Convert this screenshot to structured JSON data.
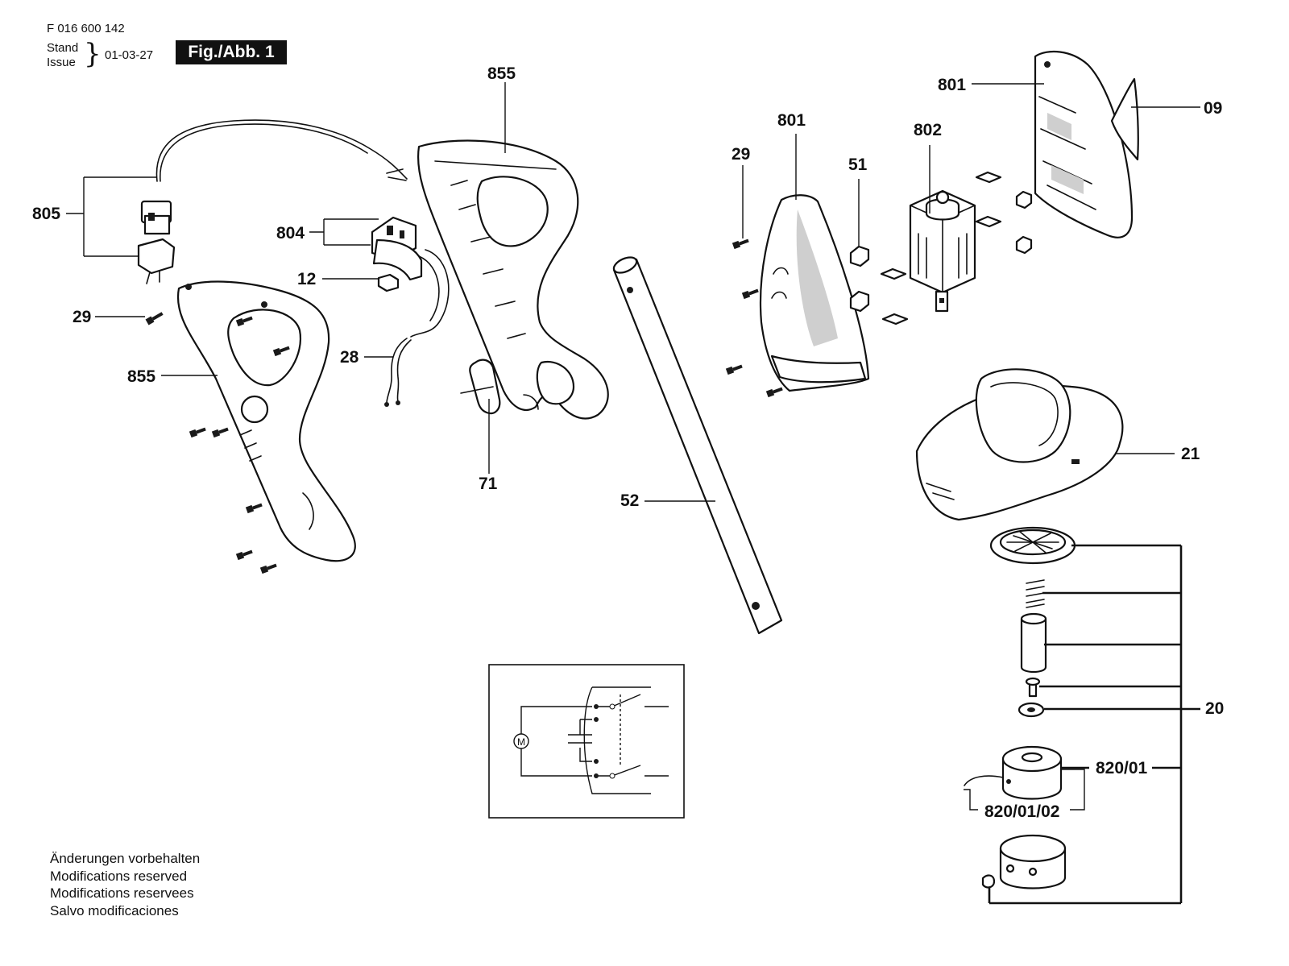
{
  "header": {
    "doc_number": "F 016 600 142",
    "stand_label": "Stand",
    "issue_label": "Issue",
    "issue_date": "01-03-27",
    "figure_label": "Fig./Abb. 1"
  },
  "callouts": {
    "c855_top": "855",
    "c855_left": "855",
    "c805": "805",
    "c804": "804",
    "c12": "12",
    "c29_left": "29",
    "c29_right": "29",
    "c28": "28",
    "c71": "71",
    "c52": "52",
    "c801_mid": "801",
    "c801_top": "801",
    "c802": "802",
    "c51": "51",
    "c09": "09",
    "c21": "21",
    "c20": "20",
    "c820_01": "820/01",
    "c820_01_02": "820/01/02"
  },
  "schematic": {
    "motor_symbol": "M"
  },
  "footer": {
    "lines": [
      "Änderungen vorbehalten",
      "Modifications reserved",
      "Modifications reservees",
      "Salvo modificaciones"
    ]
  }
}
